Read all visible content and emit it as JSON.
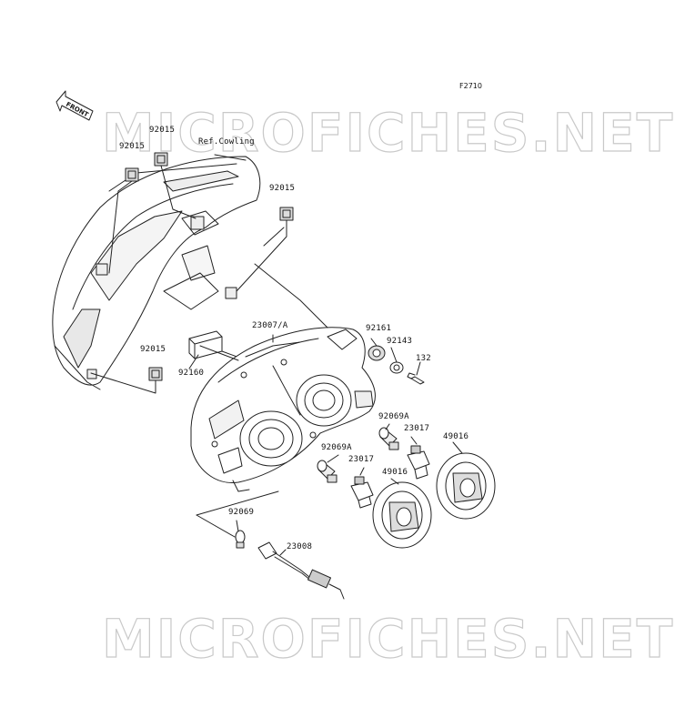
{
  "figure_id": "F2710",
  "watermark": "MICROFICHES.NET",
  "front_indicator": "FRONT",
  "reference_note": "Ref.Cowling",
  "parts": {
    "p92015_a": "92015",
    "p92015_b": "92015",
    "p92015_c": "92015",
    "p92015_d": "92015",
    "p23007": "23007/A",
    "p92160": "92160",
    "p92161": "92161",
    "p92143": "92143",
    "p132": "132",
    "p92069A_a": "92069A",
    "p92069A_b": "92069A",
    "p23017_a": "23017",
    "p23017_b": "23017",
    "p49016_a": "49016",
    "p49016_b": "49016",
    "p92069": "92069",
    "p23008": "23008"
  }
}
